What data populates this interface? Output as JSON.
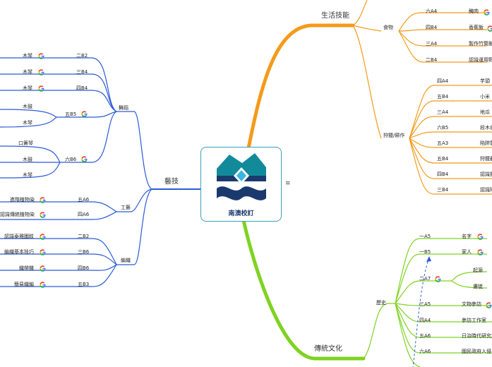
{
  "center": {
    "title": "南澳校訂",
    "menu_glyph": "≡"
  },
  "branches": {
    "life": "生活技能",
    "art": "藝技",
    "culture": "傳統文化"
  },
  "life": {
    "food": {
      "label": "食物",
      "items": [
        {
          "code": "六A4",
          "text": "醃肉"
        },
        {
          "code": "四B4",
          "text": "香蕉飯"
        },
        {
          "code": "三A4",
          "text": "製作竹筒飯"
        },
        {
          "code": "二B4",
          "text": "認識運用野"
        }
      ]
    },
    "hunt": {
      "label": "狩獵/耕作",
      "items": [
        {
          "code": "四A4",
          "text": "芋頭"
        },
        {
          "code": "五B4",
          "text": "小米"
        },
        {
          "code": "三A4",
          "text": "地瓜"
        },
        {
          "code": "六B5",
          "text": "段木香"
        },
        {
          "code": "五A3",
          "text": "陷阱製"
        },
        {
          "code": "五B4",
          "text": "狩獵器"
        },
        {
          "code": "四B4",
          "text": "認識獵"
        },
        {
          "code": "三B4",
          "text": "認識陷"
        }
      ]
    }
  },
  "art": {
    "dance": {
      "label": "舞蹈",
      "groups": [
        {
          "code": "二B2",
          "items": [
            "木琴"
          ]
        },
        {
          "code": "三B4",
          "items": [
            "木琴"
          ]
        },
        {
          "code": "四B4",
          "items": [
            "木琴"
          ]
        },
        {
          "code": "五B5",
          "items": [
            "木鼓",
            "木琴"
          ]
        },
        {
          "code": "六B6",
          "items": [
            "口簧琴",
            "木鼓",
            "木琴"
          ]
        }
      ]
    },
    "craft": {
      "label": "工藝",
      "items": [
        {
          "code": "五A6",
          "text": "進階植物染"
        },
        {
          "code": "四A6",
          "text": "認識傳統植物染"
        }
      ]
    },
    "weave": {
      "label": "編織",
      "items": [
        {
          "code": "二B2",
          "text": "認識泰雅圖紋"
        },
        {
          "code": "三B6",
          "text": "編織基本技巧"
        },
        {
          "code": "四B6",
          "text": "織帶機"
        },
        {
          "code": "五B3",
          "text": "簡易織編"
        }
      ]
    }
  },
  "culture": {
    "history": {
      "label": "歷史",
      "items": [
        {
          "code": "一A5",
          "text": "名字"
        },
        {
          "code": "一B5",
          "text": "家人"
        },
        {
          "code": "二A7",
          "text": "",
          "subs": [
            "起源",
            "遷徙"
          ]
        },
        {
          "code": "三A5",
          "text": "文物參訪"
        },
        {
          "code": "四A4",
          "text": "參訪工作室"
        },
        {
          "code": "五A6",
          "text": "日治時代研究"
        },
        {
          "code": "六A6",
          "text": "國民政府入侵"
        }
      ]
    }
  },
  "colors": {
    "life": "#f59a1a",
    "art": "#2a5bd7",
    "culture": "#7ed321",
    "accent": "#3aa0c0"
  }
}
